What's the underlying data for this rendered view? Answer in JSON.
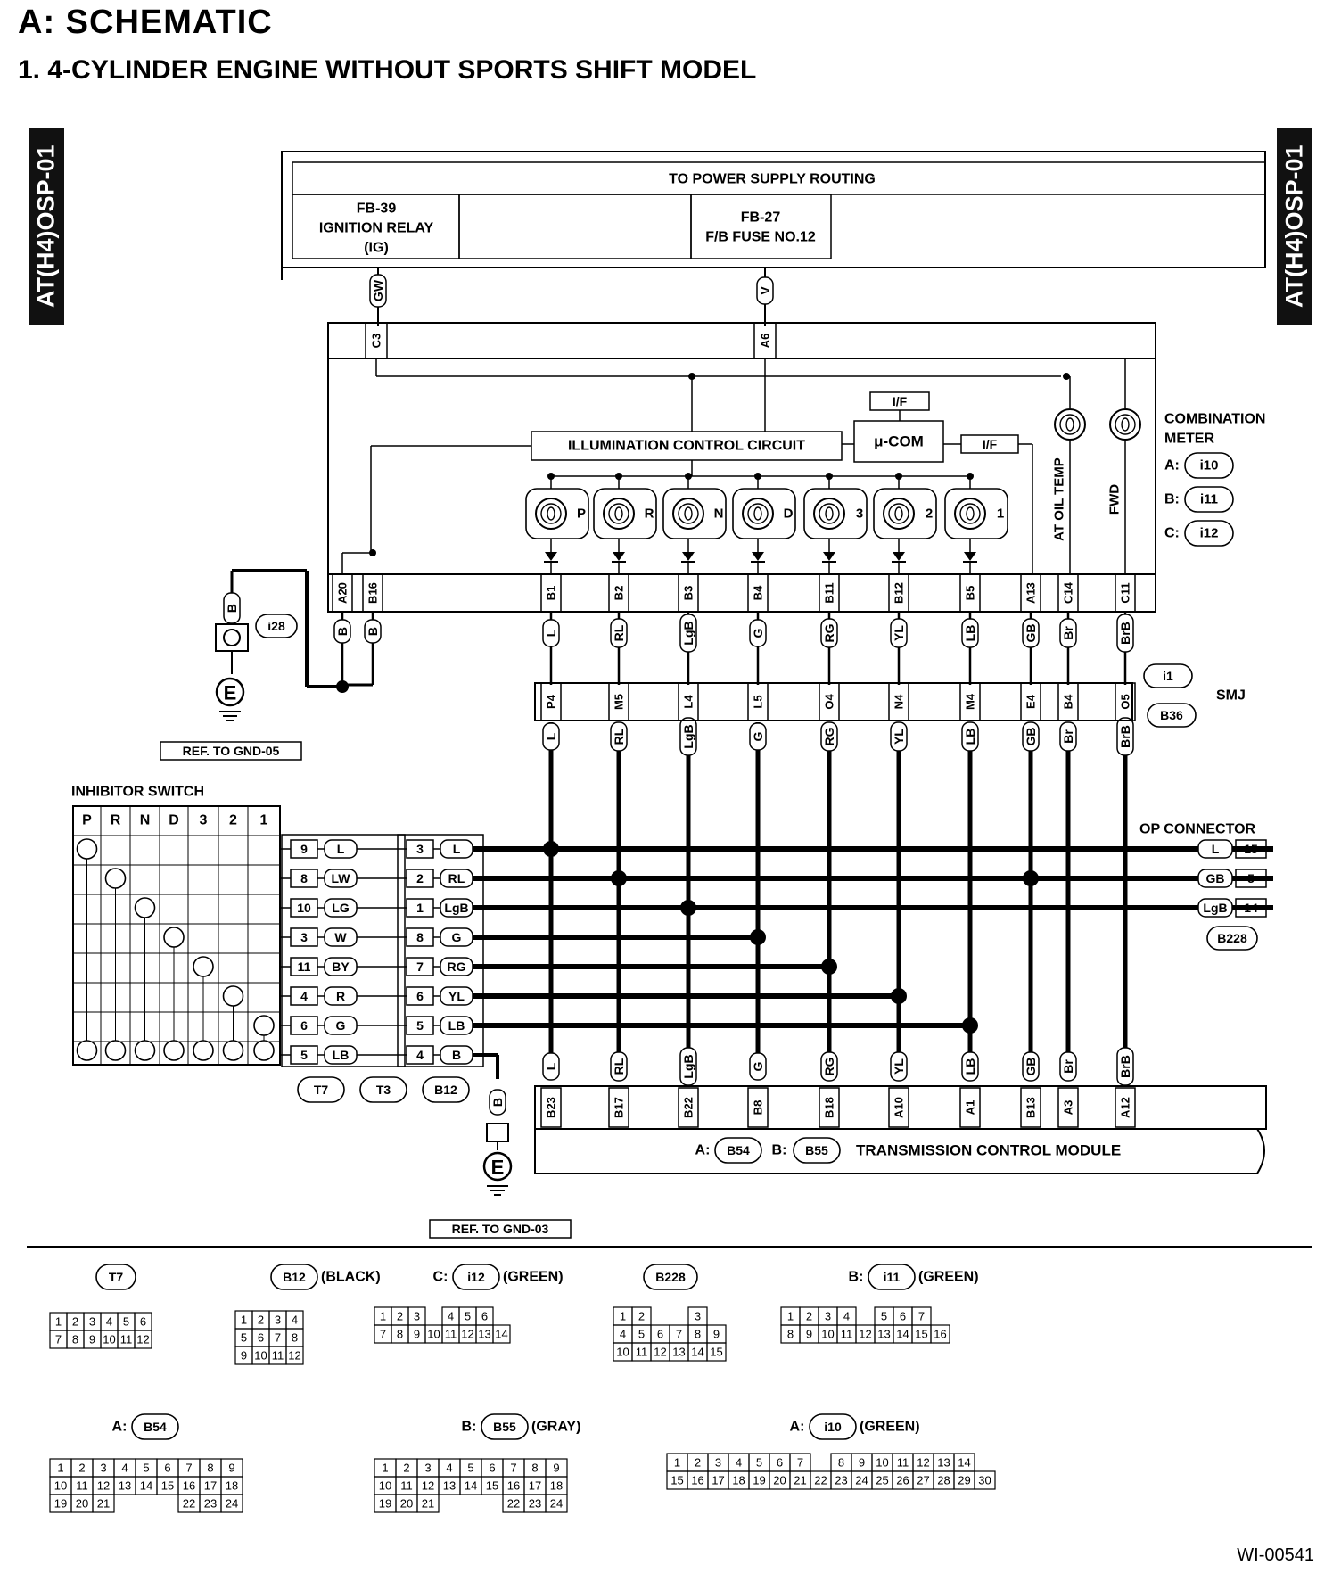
{
  "header": {
    "title": "A:  SCHEMATIC",
    "subtitle": "1.  4-CYLINDER ENGINE WITHOUT SPORTS SHIFT MODEL",
    "side_tag": "AT(H4)OSP-01",
    "doc_code": "WI-00541"
  },
  "power": {
    "title": "TO POWER SUPPLY ROUTING",
    "relay": [
      "FB-39",
      "IGNITION RELAY",
      "(IG)"
    ],
    "fuse": [
      "FB-27",
      "F/B FUSE NO.12"
    ],
    "wire_gw": "GW",
    "wire_v": "V",
    "pin_c3": "C3",
    "pin_a6": "A6"
  },
  "meter": {
    "if_top": "I/F",
    "mcom": "μ-COM",
    "if_right": "I/F",
    "illum": "ILLUMINATION CONTROL CIRCUIT",
    "lamp_letters": [
      "P",
      "R",
      "N",
      "D",
      "3",
      "2",
      "1"
    ],
    "oil_temp": "AT OIL TEMP",
    "fwd": "FWD",
    "title": [
      "COMBINATION",
      "METER"
    ],
    "refs": [
      {
        "label": "A:",
        "id": "i10"
      },
      {
        "label": "B:",
        "id": "i11"
      },
      {
        "label": "C:",
        "id": "i12"
      }
    ],
    "ground_pins": [
      "A20",
      "B16"
    ],
    "ground_wires": [
      "B",
      "B"
    ]
  },
  "ground_left": {
    "wire": "B",
    "connector": "i28",
    "symbol": "E",
    "ref": "REF. TO GND-05"
  },
  "columns": [
    {
      "meter_pin": "B1",
      "color": "L",
      "smj_pin": "P4",
      "tcm_pin": "B23"
    },
    {
      "meter_pin": "B2",
      "color": "RL",
      "smj_pin": "M5",
      "tcm_pin": "B17"
    },
    {
      "meter_pin": "B3",
      "color": "LgB",
      "smj_pin": "L4",
      "tcm_pin": "B22"
    },
    {
      "meter_pin": "B4",
      "color": "G",
      "smj_pin": "L5",
      "tcm_pin": "B8"
    },
    {
      "meter_pin": "B11",
      "color": "RG",
      "smj_pin": "O4",
      "tcm_pin": "B18"
    },
    {
      "meter_pin": "B12",
      "color": "YL",
      "smj_pin": "N4",
      "tcm_pin": "A10"
    },
    {
      "meter_pin": "B5",
      "color": "LB",
      "smj_pin": "M4",
      "tcm_pin": "A1"
    },
    {
      "meter_pin": "A13",
      "color": "GB",
      "smj_pin": "E4",
      "tcm_pin": "B13"
    },
    {
      "meter_pin": "C14",
      "color": "Br",
      "smj_pin": "B4",
      "tcm_pin": "A3"
    },
    {
      "meter_pin": "C11",
      "color": "BrB",
      "smj_pin": "O5",
      "tcm_pin": "A12"
    }
  ],
  "smj": {
    "id1": "i1",
    "id2": "B36",
    "label": "SMJ"
  },
  "inhibitor": {
    "title": "INHIBITOR SWITCH",
    "positions": [
      "P",
      "R",
      "N",
      "D",
      "3",
      "2",
      "1"
    ],
    "rows": [
      {
        "t7": "9",
        "color1": "L",
        "t3": "3",
        "color2": "L"
      },
      {
        "t7": "8",
        "color1": "LW",
        "t3": "2",
        "color2": "RL"
      },
      {
        "t7": "10",
        "color1": "LG",
        "t3": "1",
        "color2": "LgB"
      },
      {
        "t7": "3",
        "color1": "W",
        "t3": "8",
        "color2": "G"
      },
      {
        "t7": "11",
        "color1": "BY",
        "t3": "7",
        "color2": "RG"
      },
      {
        "t7": "4",
        "color1": "R",
        "t3": "6",
        "color2": "YL"
      },
      {
        "t7": "6",
        "color1": "G",
        "t3": "5",
        "color2": "LB"
      },
      {
        "t7": "5",
        "color1": "LB",
        "t3": "4",
        "color2": "B"
      }
    ],
    "connectors": [
      "T7",
      "T3",
      "B12"
    ]
  },
  "op_connector": {
    "title": "OP CONNECTOR",
    "rows": [
      {
        "color": "L",
        "pin": "15"
      },
      {
        "color": "GB",
        "pin": "5"
      },
      {
        "color": "LgB",
        "pin": "14"
      }
    ],
    "id": "B228"
  },
  "ground_bottom": {
    "wire": "B",
    "symbol": "E",
    "ref": "REF. TO GND-03"
  },
  "tcm": {
    "a": "A:",
    "a_id": "B54",
    "b": "B:",
    "b_id": "B55",
    "label": "TRANSMISSION CONTROL MODULE"
  },
  "connector_views": [
    {
      "prefix": "",
      "id": "T7",
      "suffix": "",
      "rows": [
        [
          "1",
          "2",
          "3",
          "4",
          "5",
          "6"
        ],
        [
          "7",
          "8",
          "9",
          "10",
          "11",
          "12"
        ]
      ]
    },
    {
      "prefix": "",
      "id": "B12",
      "suffix": "(BLACK)",
      "rows": [
        [
          "1",
          "2",
          "3",
          "4"
        ],
        [
          "5",
          "6",
          "7",
          "8"
        ],
        [
          "9",
          "10",
          "11",
          "12"
        ]
      ]
    },
    {
      "prefix": "C:",
      "id": "i12",
      "suffix": "(GREEN)",
      "rows": [
        [
          "1",
          "2",
          "3",
          "",
          "4",
          "5",
          "6"
        ],
        [
          "7",
          "8",
          "9",
          "10",
          "11",
          "12",
          "13",
          "14"
        ]
      ]
    },
    {
      "prefix": "",
      "id": "B228",
      "suffix": "",
      "rows": [
        [
          "1",
          "2",
          "",
          "",
          "3"
        ],
        [
          "4",
          "5",
          "6",
          "7",
          "8",
          "9"
        ],
        [
          "10",
          "11",
          "12",
          "13",
          "14",
          "15"
        ]
      ]
    },
    {
      "prefix": "B:",
      "id": "i11",
      "suffix": "(GREEN)",
      "rows": [
        [
          "1",
          "2",
          "3",
          "4",
          "",
          "5",
          "6",
          "7"
        ],
        [
          "8",
          "9",
          "10",
          "11",
          "12",
          "13",
          "14",
          "15",
          "16"
        ]
      ]
    },
    {
      "prefix": "A:",
      "id": "B54",
      "suffix": "",
      "rows": [
        [
          "1",
          "2",
          "3",
          "4",
          "5",
          "6",
          "7",
          "8",
          "9"
        ],
        [
          "10",
          "11",
          "12",
          "13",
          "14",
          "15",
          "16",
          "17",
          "18"
        ],
        [
          "19",
          "20",
          "21",
          "",
          "",
          "",
          "22",
          "23",
          "24"
        ]
      ]
    },
    {
      "prefix": "B:",
      "id": "B55",
      "suffix": "(GRAY)",
      "rows": [
        [
          "1",
          "2",
          "3",
          "4",
          "5",
          "6",
          "7",
          "8",
          "9"
        ],
        [
          "10",
          "11",
          "12",
          "13",
          "14",
          "15",
          "16",
          "17",
          "18"
        ],
        [
          "19",
          "20",
          "21",
          "",
          "",
          "",
          "22",
          "23",
          "24"
        ]
      ]
    },
    {
      "prefix": "A:",
      "id": "i10",
      "suffix": "(GREEN)",
      "rows": [
        [
          "1",
          "2",
          "3",
          "4",
          "5",
          "6",
          "7",
          "",
          "8",
          "9",
          "10",
          "11",
          "12",
          "13",
          "14"
        ],
        [
          "15",
          "16",
          "17",
          "18",
          "19",
          "20",
          "21",
          "22",
          "23",
          "24",
          "25",
          "26",
          "27",
          "28",
          "29",
          "30"
        ]
      ]
    }
  ]
}
